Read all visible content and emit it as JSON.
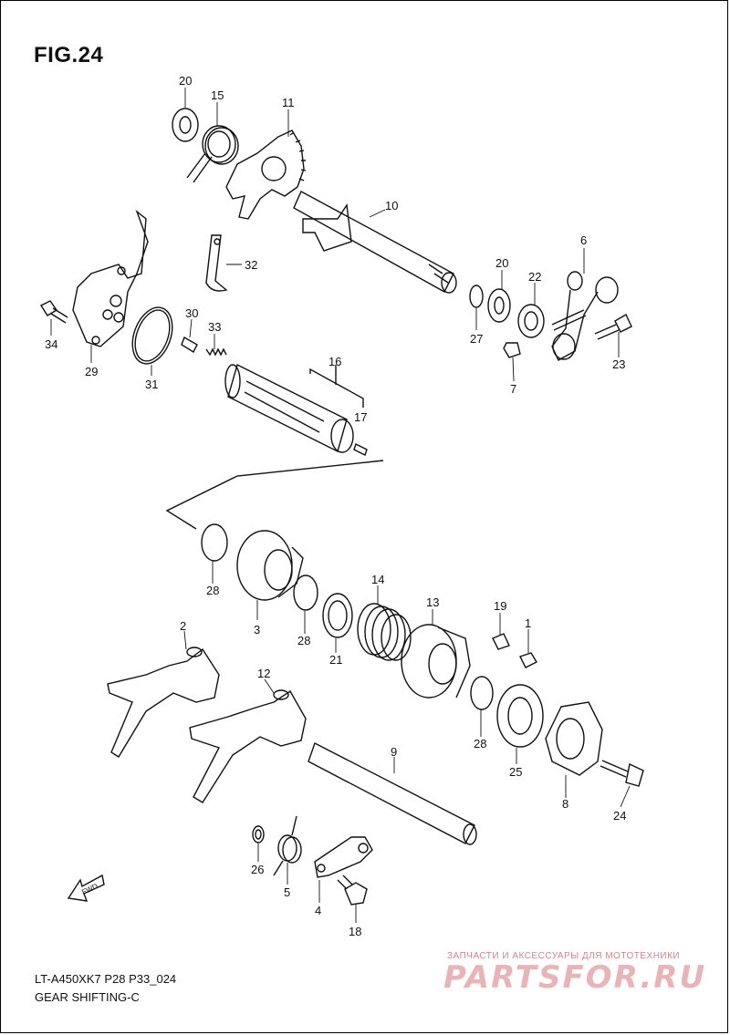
{
  "figure_title": "FIG.24",
  "part_labels": [
    "20",
    "15",
    "11",
    "10",
    "32",
    "34",
    "29",
    "31",
    "30",
    "33",
    "16",
    "17",
    "6",
    "20",
    "22",
    "27",
    "7",
    "23",
    "28",
    "3",
    "14",
    "28",
    "21",
    "13",
    "19",
    "1",
    "2",
    "12",
    "28",
    "9",
    "25",
    "8",
    "24",
    "26",
    "5",
    "4",
    "18"
  ],
  "footer": {
    "model": "LT-A450XK7 P28 P33_024",
    "section": "GEAR SHIFTING-C"
  },
  "direction_mark": "FWD",
  "watermark": {
    "tagline": "ЗАПЧАСТИ И АКСЕССУАРЫ ДЛЯ МОТОТЕХНИКИ",
    "logo": "PARTSFOR.RU"
  }
}
